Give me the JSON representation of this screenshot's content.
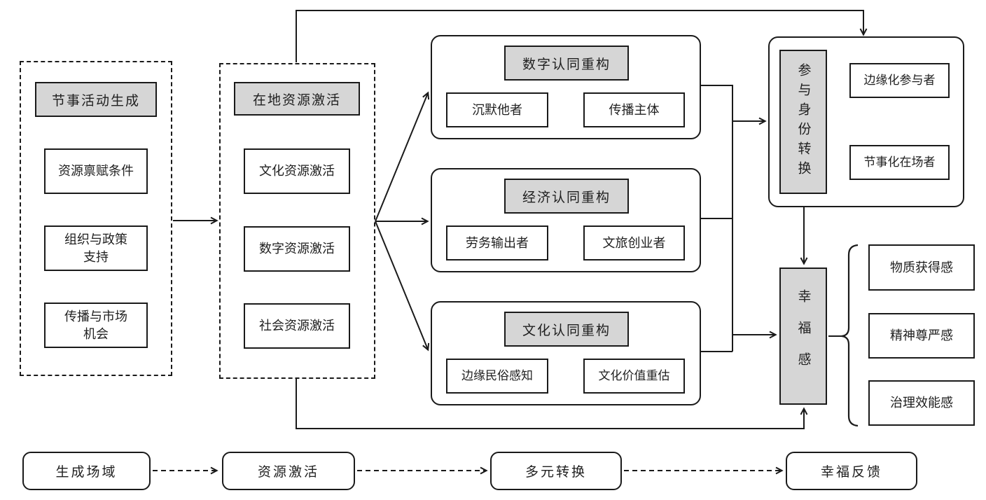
{
  "stage1": {
    "title": "节事活动生成",
    "items": [
      "资源禀赋条件",
      "组织与政策\n支持",
      "传播与市场\n机会"
    ]
  },
  "stage2": {
    "title": "在地资源激活",
    "items": [
      "文化资源激活",
      "数字资源激活",
      "社会资源激活"
    ]
  },
  "reconstructions": [
    {
      "title": "数字认同重构",
      "from": "沉默他者",
      "to": "传播主体"
    },
    {
      "title": "经济认同重构",
      "from": "劳务输出者",
      "to": "文旅创业者"
    },
    {
      "title": "文化认同重构",
      "from": "边缘民俗感知",
      "to": "文化价值重估"
    }
  ],
  "identity": {
    "title": "参与身份转换",
    "from": "边缘化参与者",
    "to": "节事化在场者"
  },
  "wellbeing": {
    "title": "幸福感",
    "outcomes": [
      "物质获得感",
      "精神尊严感",
      "治理效能感"
    ]
  },
  "phases": [
    "生成场域",
    "资源激活",
    "多元转换",
    "幸福反馈"
  ],
  "colors": {
    "header_fill": "#d6d6d6",
    "line": "#1a1a1a",
    "background": "#ffffff"
  }
}
